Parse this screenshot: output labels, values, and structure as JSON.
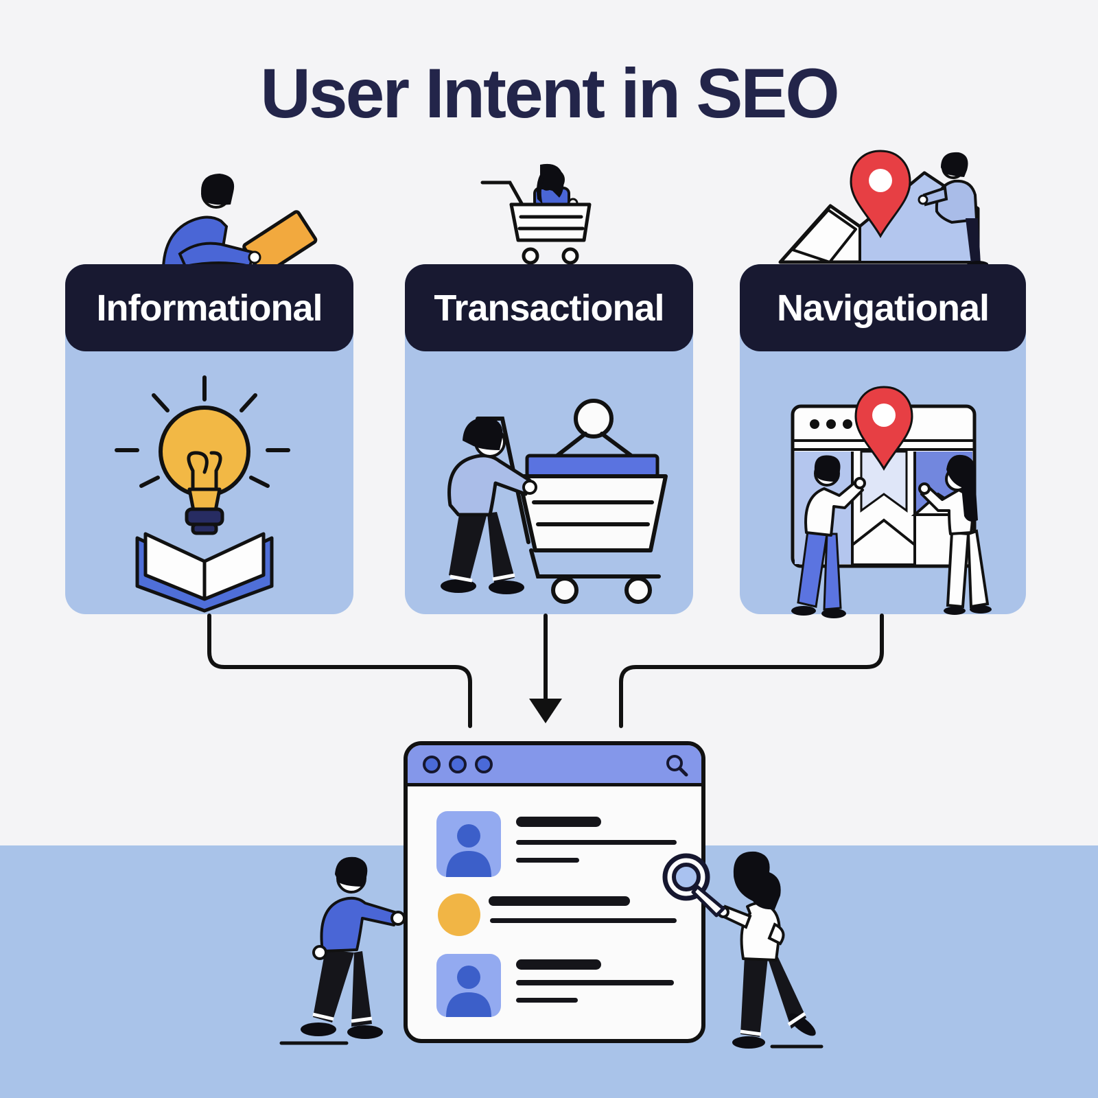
{
  "title": "User Intent in SEO",
  "cards": [
    {
      "label": "Informational",
      "top_illustration": "person-reading-book",
      "main_illustration": "lightbulb-over-open-book"
    },
    {
      "label": "Transactional",
      "top_illustration": "woman-riding-shopping-cart",
      "main_illustration": "man-pushing-shopping-cart"
    },
    {
      "label": "Navigational",
      "top_illustration": "folded-map-with-location-pin-and-person",
      "main_illustration": "two-people-with-map-browser-and-location-pin"
    }
  ],
  "flow": {
    "connectors": "three lines from card bottoms merge downward",
    "arrow_target": "search-results-window"
  },
  "serp_window": {
    "titlebar_icons": [
      "window-dots-icon",
      "search-icon"
    ],
    "results": [
      {
        "thumbnail": "person-avatar",
        "lines": [
          "bold-title-line",
          "long-text-line",
          "short-text-line"
        ]
      },
      {
        "thumbnail": "yellow-dot",
        "lines": [
          "bold-title-line",
          "long-text-line"
        ]
      },
      {
        "thumbnail": "person-avatar",
        "lines": [
          "bold-title-line",
          "long-text-line",
          "short-text-line"
        ]
      }
    ],
    "side_figures": [
      "man-pointing-at-results",
      "woman-holding-magnifier"
    ]
  },
  "colors": {
    "background": "#f4f4f6",
    "bottom_band": "#a9c3e9",
    "card_body": "#abc3e9",
    "card_header": "#181931",
    "title_text": "#23254a",
    "accent_blue": "#4a66d6",
    "periwinkle_bar": "#8497ea",
    "avatar_bg": "#93aaf0",
    "avatar_fg": "#3c5fc9",
    "yellow": "#f1b545",
    "pin_red": "#e73f44",
    "outline_ink": "#111111"
  }
}
